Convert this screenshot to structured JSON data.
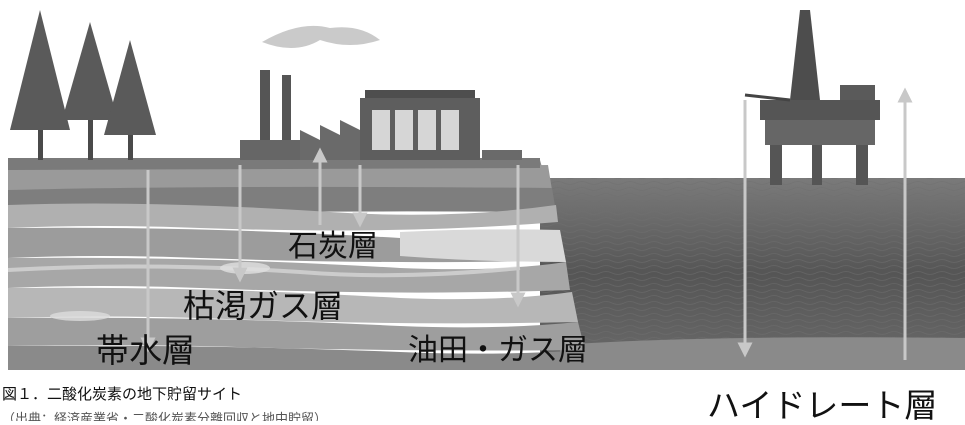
{
  "labels": {
    "coal": "石炭層",
    "gas": "枯渇ガス層",
    "aquifer": "帯水層",
    "oil_gas": "油田・ガス層",
    "hydrate": "ハイドレート層"
  },
  "caption": {
    "title": "図１．二酸化炭素の地下貯留サイト",
    "subtitle": "（出典：経済産業省・二酸化炭素分離回収と地中貯留）"
  },
  "colors": {
    "sky": "#ffffff",
    "ground_surface": "#8e8e8e",
    "sea": "#555555",
    "arrow": "#c8c8c8"
  },
  "icons": [
    "tree-icon",
    "factory-icon",
    "oil-rig-icon"
  ]
}
